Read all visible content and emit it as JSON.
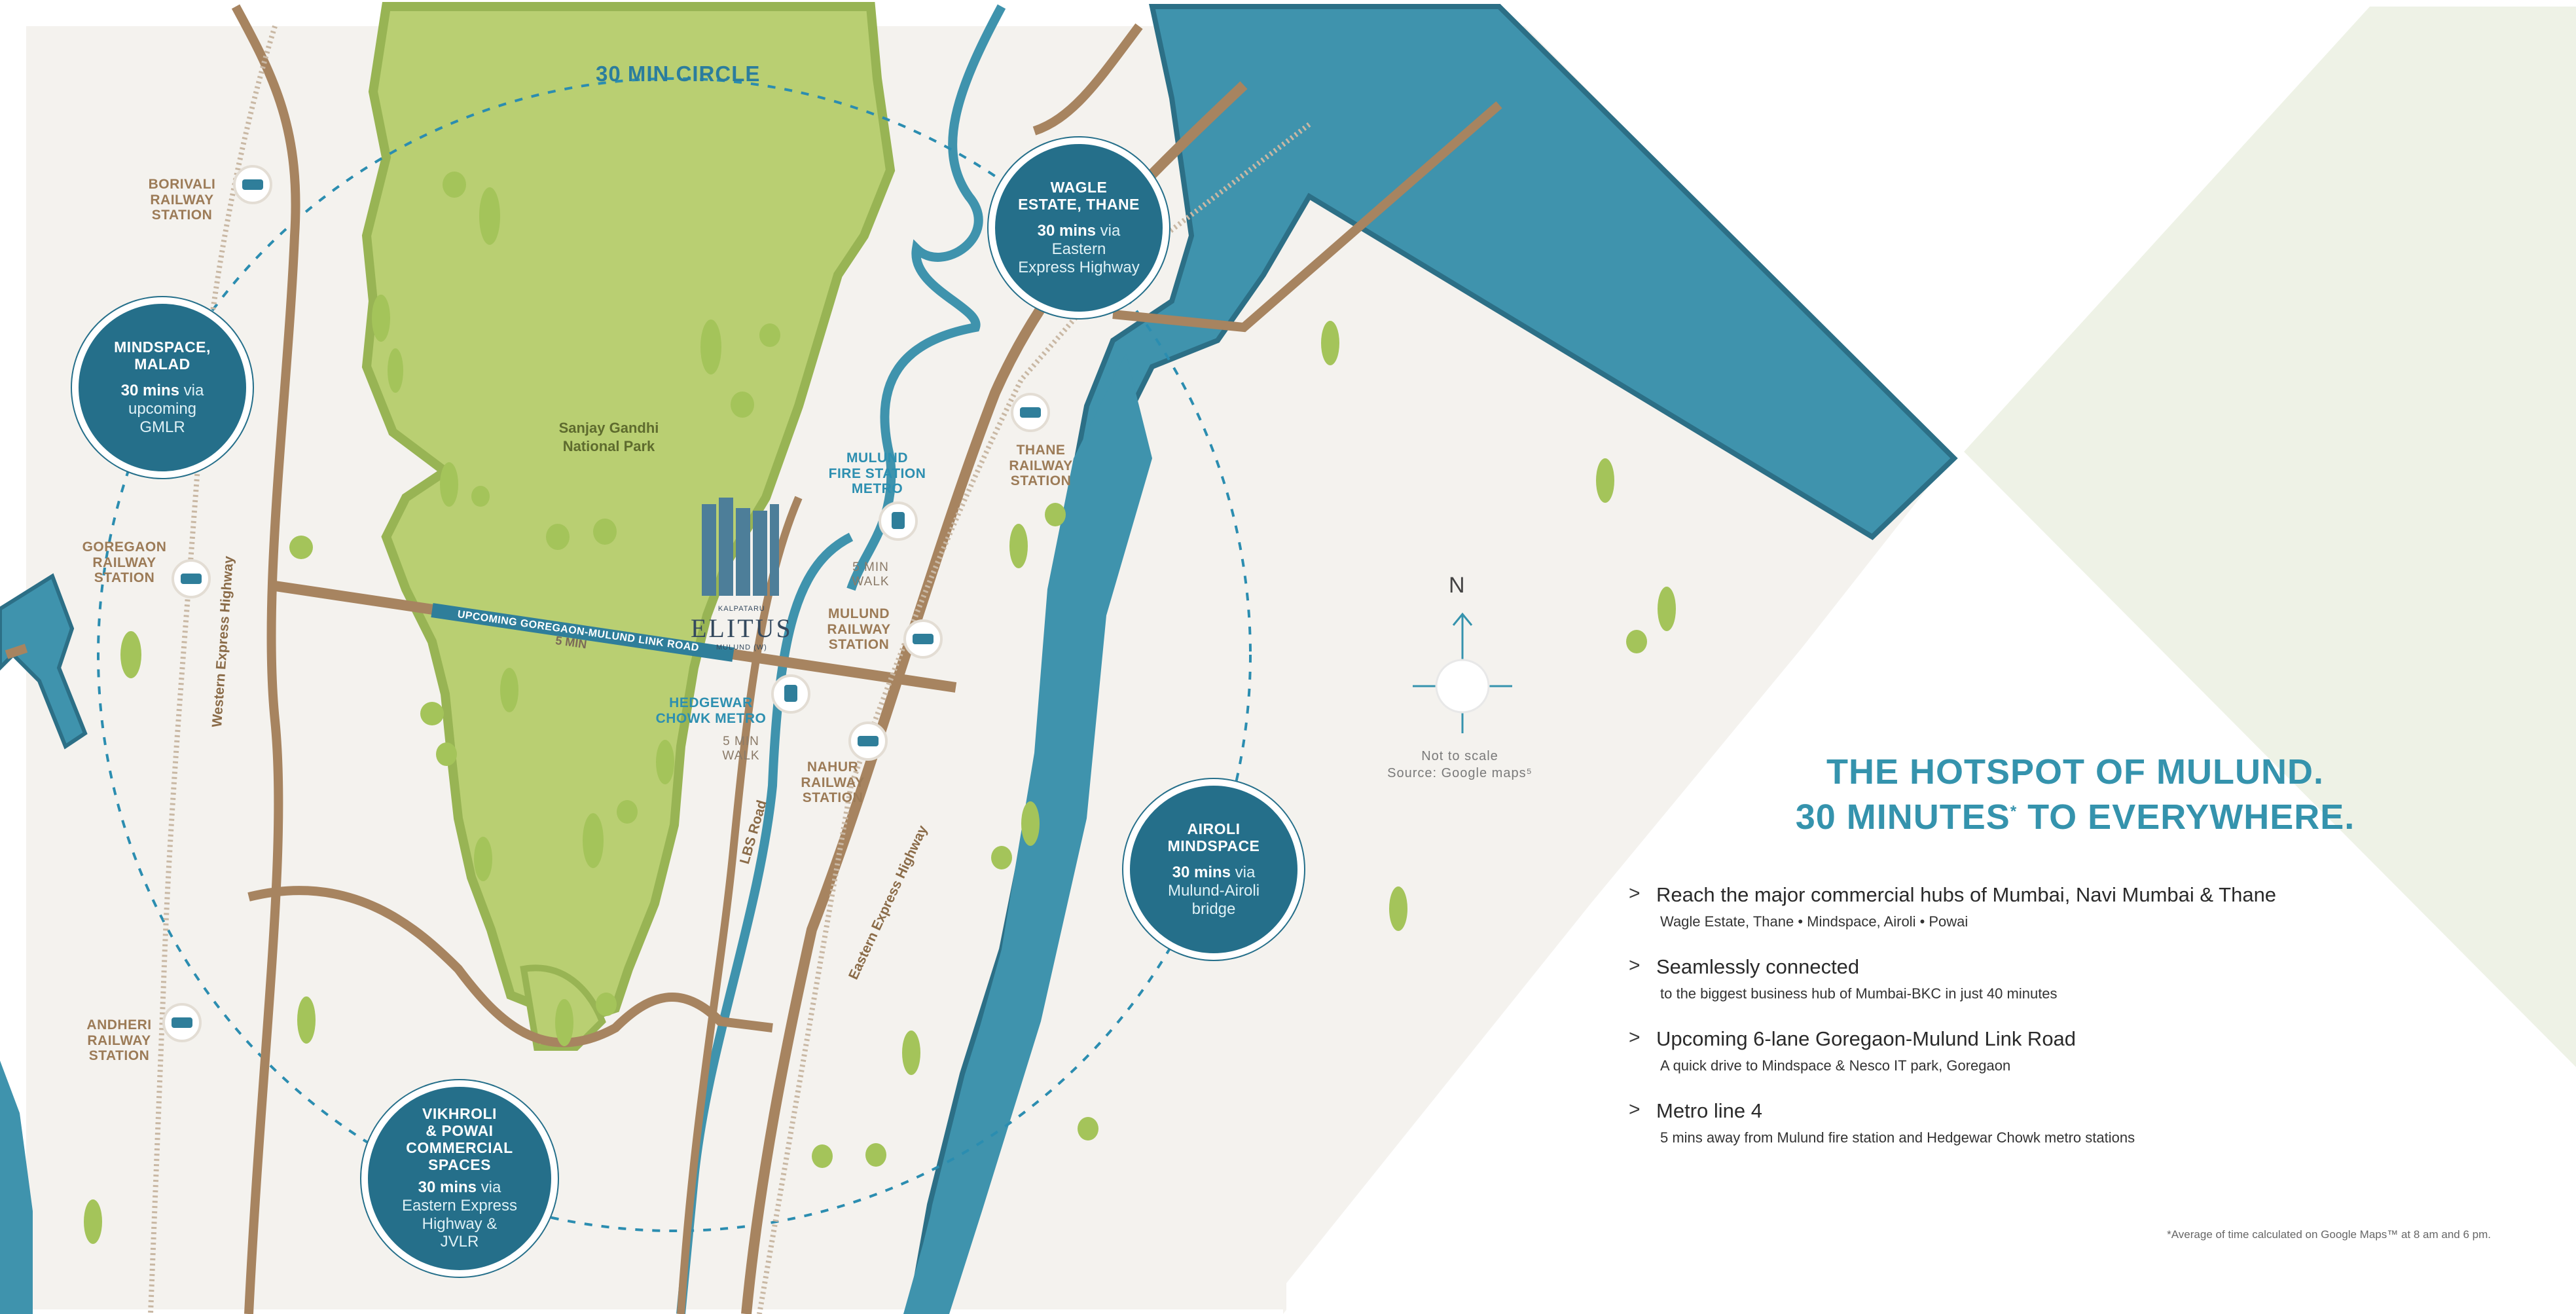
{
  "ring": {
    "label": "30 MIN CIRCLE"
  },
  "park": {
    "name": "Sanjay Gandhi\nNational Park"
  },
  "stations": {
    "borivali": "BORIVALI\nRAILWAY\nSTATION",
    "goregaon": "GOREGAON\nRAILWAY\nSTATION",
    "andheri": "ANDHERI\nRAILWAY\nSTATION",
    "thane": "THANE\nRAILWAY\nSTATION",
    "mulund": "MULUND\nRAILWAY\nSTATION",
    "nahur": "NAHUR\nRAILWAY\nSTATION"
  },
  "metro": {
    "mulund_fire": "MULUND\nFIRE STATION\nMETRO",
    "hedgewar": "HEDGEWAR\nCHOWK METRO",
    "walk_label": "5 MIN\nWALK"
  },
  "roads": {
    "western_express": "Western Express Highway",
    "eastern_express": "Eastern Express Highway",
    "lbs": "LBS Road",
    "link_road": "UPCOMING GOREGAON-MULUND LINK ROAD",
    "link_time": "5 MIN"
  },
  "logo": {
    "small": "KALPATARU",
    "name": "ELITUS",
    "sub": "MULUND (W)"
  },
  "hubs": [
    {
      "title": "MINDSPACE,\nMALAD",
      "time": "30 mins",
      "via": " via\nupcoming\nGMLR"
    },
    {
      "title": "WAGLE\nESTATE, THANE",
      "time": "30 mins",
      "via": " via\nEastern\nExpress Highway"
    },
    {
      "title": "AIROLI\nMINDSPACE",
      "time": "30 mins",
      "via": " via\nMulund-Airoli\nbridge"
    },
    {
      "title": "VIKHROLI\n& POWAI\nCOMMERCIAL\nSPACES",
      "time": "30 mins",
      "via": " via\nEastern Express\nHighway &\nJVLR"
    }
  ],
  "north": "N",
  "scale_note": "Not to scale\nSource: Google maps⁵",
  "heading": {
    "line1": "THE HOTSPOT OF MULUND.",
    "line2a": "30 MINUTES",
    "line2sup": "*",
    "line2b": " TO EVERYWHERE."
  },
  "features": [
    {
      "title": "Reach the major commercial hubs of Mumbai, Navi Mumbai & Thane",
      "sub": "Wagle Estate, Thane  •  Mindspace, Airoli  •  Powai"
    },
    {
      "title": "Seamlessly connected",
      "sub": "to the biggest business hub of Mumbai-BKC in just 40 minutes"
    },
    {
      "title": "Upcoming 6-lane Goregaon-Mulund Link Road",
      "sub": "A quick drive to Mindspace & Nesco IT park, Goregaon"
    },
    {
      "title": "Metro line 4",
      "sub": "5 mins away from Mulund fire station and Hedgewar Chowk metro stations"
    }
  ],
  "bullet": ">",
  "footnote": "*Average of time calculated on Google Maps™ at 8 am and 6 pm.",
  "colors": {
    "water": "#3f93ad",
    "water_edge": "#2c6f86",
    "park": "#b9cf72",
    "road": "#a78460",
    "land": "#f4f2ee",
    "hub": "#256f8a",
    "heading": "#3593ad"
  }
}
